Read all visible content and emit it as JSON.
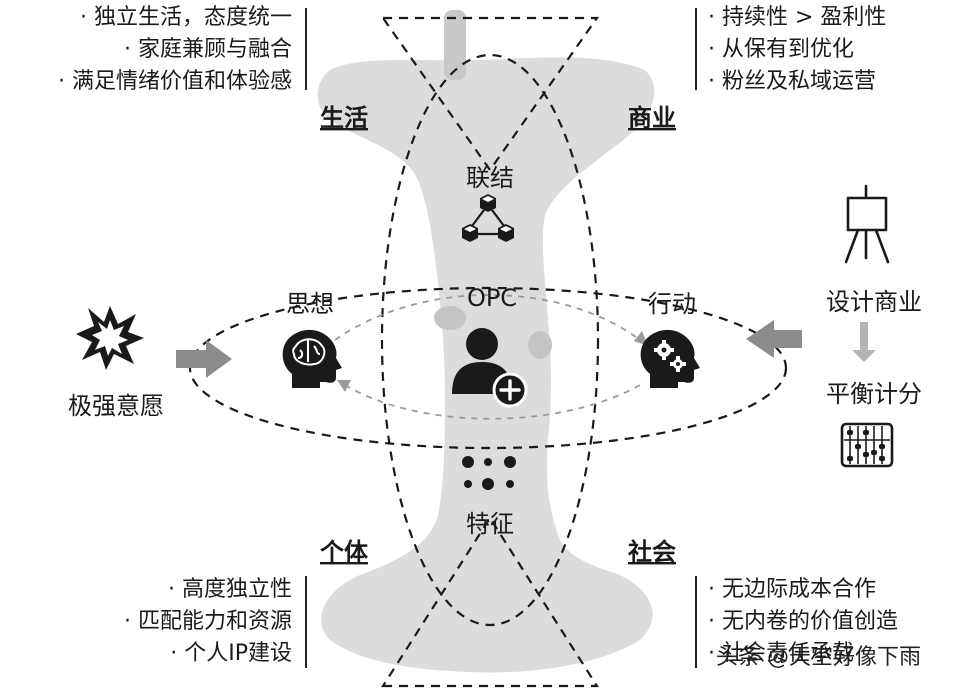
{
  "quadrants": {
    "life": {
      "title": "生活",
      "items": [
        "· 独立生活，态度统一",
        "· 家庭兼顾与融合",
        "· 满足情绪价值和体验感"
      ]
    },
    "business": {
      "title": "商业",
      "items": [
        "· 持续性 > 盈利性",
        "· 从保有到优化",
        "· 粉丝及私域运营"
      ]
    },
    "individual": {
      "title": "个体",
      "items": [
        "· 高度独立性",
        "· 匹配能力和资源",
        "· 个人IP建设"
      ]
    },
    "society": {
      "title": "社会",
      "items": [
        "· 无边际成本合作",
        "· 无内卷的价值创造",
        "· 社会责任承载"
      ]
    }
  },
  "center": {
    "connection": "联结",
    "opc": "OPC",
    "features": "特征",
    "thought": "思想",
    "action": "行动"
  },
  "left": {
    "willpower": "极强意愿"
  },
  "right": {
    "design_business": "设计商业",
    "balance": "平衡计分"
  },
  "watermark": "头条 @天空好像下雨"
}
